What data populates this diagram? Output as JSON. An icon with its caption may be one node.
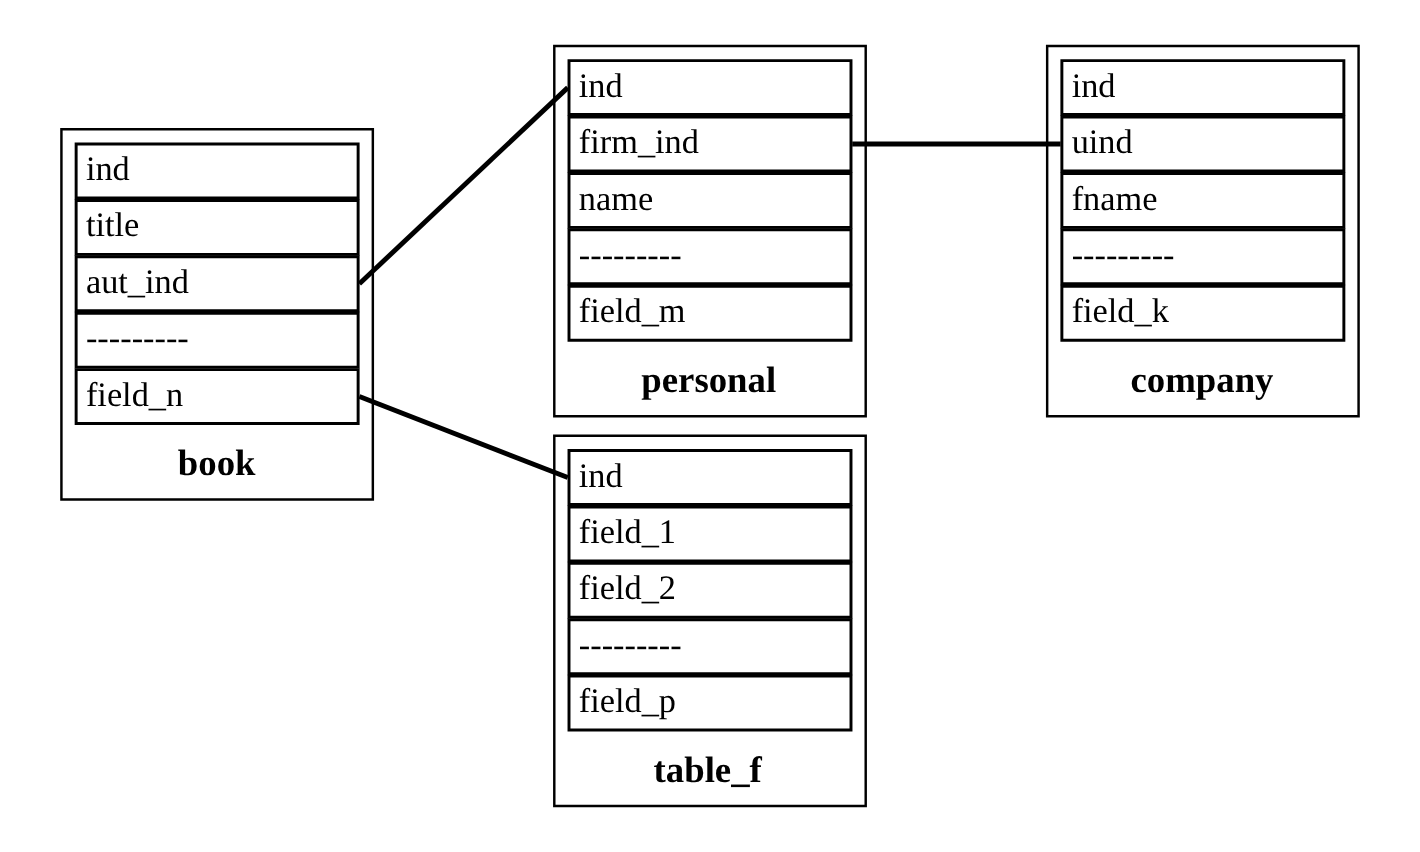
{
  "diagram": {
    "nodes": [
      {
        "text": [
          "personal"
        ]
      },
      {
        "text": [
          "ind"
        ],
        "in": 0
      },
      {
        "text": [
          "firm_ind"
        ],
        "in": 0
      },
      {
        "text": [
          "name"
        ],
        "in": 0
      },
      {
        "text": [
          "---------"
        ],
        "in": 0
      },
      {
        "text": [
          "field_m"
        ],
        "in": 0
      },
      {
        "text": [
          "company"
        ]
      },
      {
        "text": [
          "ind"
        ],
        "in": 6
      },
      {
        "text": [
          "uind"
        ],
        "in": 6
      },
      {
        "text": [
          "fname"
        ],
        "in": 6
      },
      {
        "text": [
          "---------"
        ],
        "in": 6
      },
      {
        "text": [
          "field_k"
        ],
        "in": 6
      },
      {
        "text": [
          "book"
        ]
      },
      {
        "text": [
          "ind"
        ],
        "in": 12
      },
      {
        "text": [
          "title"
        ],
        "in": 12
      },
      {
        "text": [
          "aut_ind"
        ],
        "in": 12
      },
      {
        "text": [
          "---------"
        ],
        "in": 12
      },
      {
        "text": [
          "field_n"
        ],
        "in": 12
      },
      {
        "text": [
          "table_f"
        ]
      },
      {
        "text": [
          "ind"
        ],
        "in": 18
      },
      {
        "text": [
          "field_1"
        ],
        "in": 18
      },
      {
        "text": [
          "field_2"
        ],
        "in": 18
      },
      {
        "text": [
          "---------"
        ],
        "in": 18
      },
      {
        "text": [
          "field_p"
        ],
        "in": 18
      }
    ],
    "edges": [
      {
        "from": 15,
        "to": 1,
        "arrow": "none"
      },
      {
        "from": 2,
        "to": 8,
        "arrow": "none"
      },
      {
        "from": 17,
        "to": 19,
        "arrow": "none"
      }
    ]
  }
}
